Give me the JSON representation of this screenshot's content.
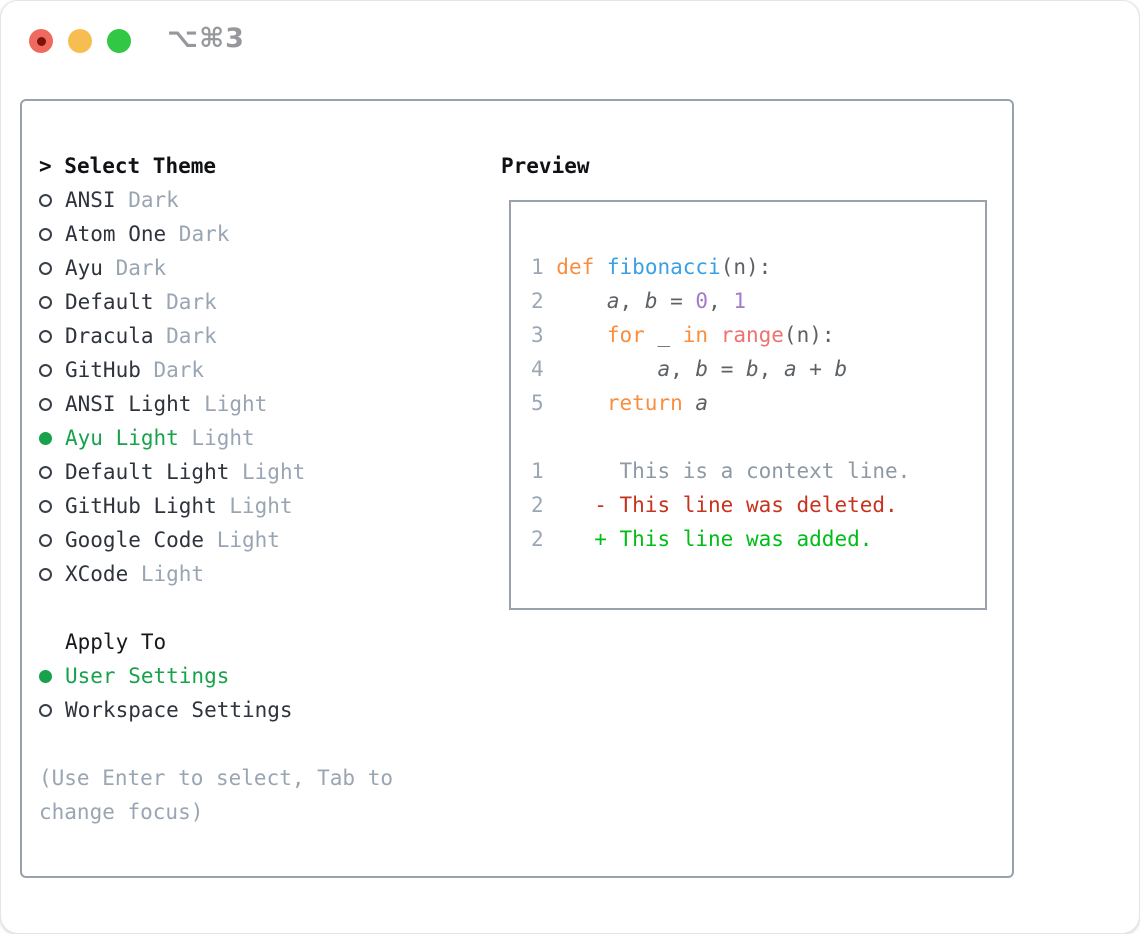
{
  "window": {
    "title": "⌥⌘3"
  },
  "theme_panel": {
    "prompt": "> ",
    "title": "Select Theme",
    "themes": [
      {
        "name": "ANSI",
        "variant": "Dark",
        "selected": false
      },
      {
        "name": "Atom One",
        "variant": "Dark",
        "selected": false
      },
      {
        "name": "Ayu",
        "variant": "Dark",
        "selected": false
      },
      {
        "name": "Default",
        "variant": "Dark",
        "selected": false
      },
      {
        "name": "Dracula",
        "variant": "Dark",
        "selected": false
      },
      {
        "name": "GitHub",
        "variant": "Dark",
        "selected": false
      },
      {
        "name": "ANSI Light",
        "variant": "Light",
        "selected": false
      },
      {
        "name": "Ayu Light",
        "variant": "Light",
        "selected": true
      },
      {
        "name": "Default Light",
        "variant": "Light",
        "selected": false
      },
      {
        "name": "GitHub Light",
        "variant": "Light",
        "selected": false
      },
      {
        "name": "Google Code",
        "variant": "Light",
        "selected": false
      },
      {
        "name": "XCode",
        "variant": "Light",
        "selected": false
      }
    ],
    "apply_to": {
      "title": "Apply To",
      "options": [
        {
          "name": "User Settings",
          "selected": true
        },
        {
          "name": "Workspace Settings",
          "selected": false
        }
      ]
    },
    "hint": "(Use Enter to select, Tab to change focus)"
  },
  "preview": {
    "title": "Preview",
    "code_lines": [
      [
        [
          "ln",
          "1 "
        ],
        [
          "kw",
          "def"
        ],
        [
          "pl",
          " "
        ],
        [
          "fn",
          "fibonacci"
        ],
        [
          "pl",
          "(n):"
        ]
      ],
      [
        [
          "ln",
          "2 "
        ],
        [
          "pl",
          "    "
        ],
        [
          "var",
          "a"
        ],
        [
          "pl",
          ", "
        ],
        [
          "var",
          "b"
        ],
        [
          "pl",
          " = "
        ],
        [
          "num",
          "0"
        ],
        [
          "pl",
          ", "
        ],
        [
          "num",
          "1"
        ]
      ],
      [
        [
          "ln",
          "3 "
        ],
        [
          "pl",
          "    "
        ],
        [
          "kw",
          "for"
        ],
        [
          "pl",
          " _ "
        ],
        [
          "kw",
          "in"
        ],
        [
          "pl",
          " "
        ],
        [
          "bi",
          "range"
        ],
        [
          "pl",
          "(n):"
        ]
      ],
      [
        [
          "ln",
          "4 "
        ],
        [
          "pl",
          "        "
        ],
        [
          "var",
          "a"
        ],
        [
          "pl",
          ", "
        ],
        [
          "var",
          "b"
        ],
        [
          "pl",
          " = "
        ],
        [
          "var",
          "b"
        ],
        [
          "pl",
          ", "
        ],
        [
          "var",
          "a"
        ],
        [
          "pl",
          " + "
        ],
        [
          "var",
          "b"
        ]
      ],
      [
        [
          "ln",
          "5 "
        ],
        [
          "pl",
          "    "
        ],
        [
          "kw",
          "return"
        ],
        [
          "pl",
          " "
        ],
        [
          "var",
          "a"
        ]
      ],
      [],
      [
        [
          "ln",
          "1"
        ],
        [
          "ctx",
          "      This is a context line."
        ]
      ],
      [
        [
          "ln",
          "2"
        ],
        [
          "pl",
          "    "
        ],
        [
          "del",
          "- This line was deleted."
        ]
      ],
      [
        [
          "ln",
          "2"
        ],
        [
          "pl",
          "    "
        ],
        [
          "add",
          "+ This line was added."
        ]
      ]
    ]
  },
  "colors": {
    "accent_green": "#17a24b",
    "muted_gray": "#9aa5b3",
    "text_dark": "#2e333c",
    "panel_border": "#99a1ad",
    "traffic_red": "#ee6a5f",
    "traffic_yellow": "#f6be50",
    "traffic_green": "#32c845",
    "syntax": {
      "keyword": "#fa8d3e",
      "function": "#3aa0e6",
      "builtin": "#f07171",
      "number": "#a37acc",
      "code_text": "#5c6166",
      "line_number": "#9ba7b5",
      "diff_deleted": "#c8331e",
      "diff_added": "#00be17"
    }
  }
}
